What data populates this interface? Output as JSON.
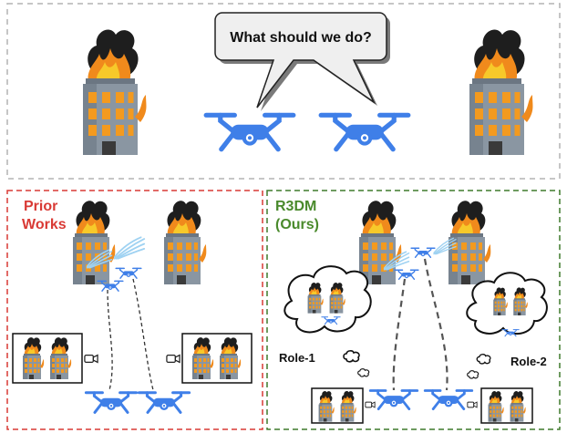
{
  "top_panel": {
    "speech_bubble": "What should we do?",
    "border_color": "#b3b3b3"
  },
  "prior_panel": {
    "title_line1": "Prior",
    "title_line2": "Works",
    "title_color": "#d93a35",
    "border_color": "#d93a35"
  },
  "ours_panel": {
    "title_line1": "R3DM",
    "title_line2": "(Ours)",
    "title_color": "#4a8a2c",
    "border_color": "#3e7a2b"
  },
  "roles": {
    "role1": "Role-1",
    "role2": "Role-2"
  },
  "colors": {
    "drone": "#3f7fe8",
    "water": "#9fd2f2",
    "smoke": "#1e1e1e",
    "flame": "#f08a1c",
    "building": "#8a96a2"
  },
  "icons": [
    "building-on-fire-icon",
    "drone-icon",
    "camera-icon",
    "thought-cloud-icon",
    "speech-bubble-icon",
    "water-spray-icon"
  ]
}
